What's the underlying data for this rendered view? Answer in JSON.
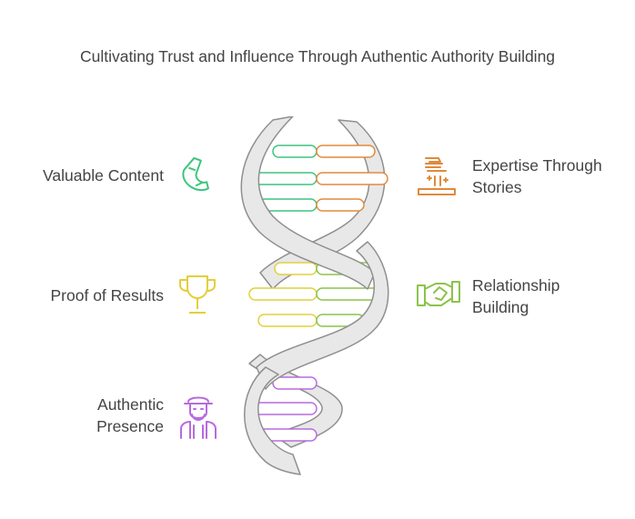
{
  "title": "Cultivating Trust and Influence Through Authentic Authority Building",
  "items": [
    {
      "label": "Valuable Content",
      "icon": "magnet-icon",
      "color": "#3dc47e"
    },
    {
      "label": "Expertise Through Stories",
      "icon": "storytelling-icon",
      "color": "#e08a3c"
    },
    {
      "label": "Proof of Results",
      "icon": "trophy-icon",
      "color": "#e2cf3c"
    },
    {
      "label": "Relationship Building",
      "icon": "handshake-icon",
      "color": "#8bc34a"
    },
    {
      "label": "Authentic Presence",
      "icon": "person-icon",
      "color": "#b86ae0"
    }
  ],
  "colors": {
    "helix_fill": "#e8e8e8",
    "helix_stroke": "#8f8f8f",
    "text": "#444444"
  }
}
